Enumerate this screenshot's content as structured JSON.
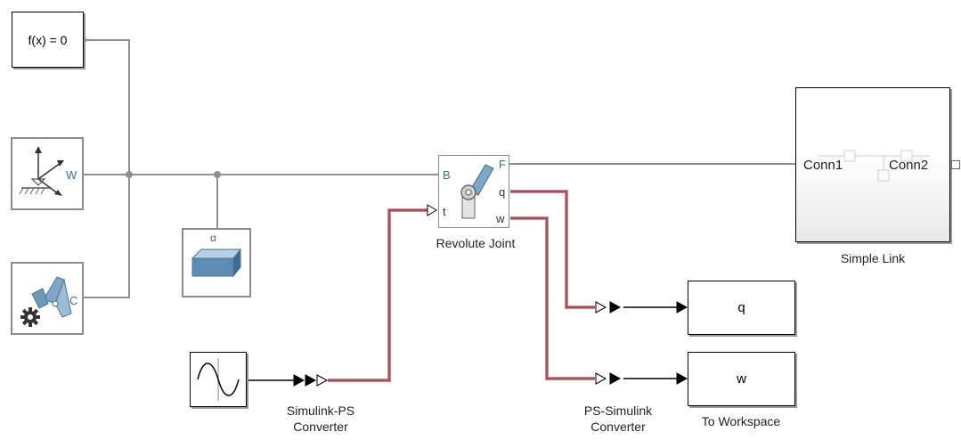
{
  "blocks": {
    "solver": {
      "text": "f(x) = 0"
    },
    "world_frame": {
      "port": "W"
    },
    "mechanism_config": {
      "port": "C"
    },
    "inertia": {
      "symbol": "α"
    },
    "revolute": {
      "label": "Revolute Joint",
      "port_b": "B",
      "port_t": "t",
      "port_f": "F",
      "port_q": "q",
      "port_w": "w"
    },
    "simple_link": {
      "label": "Simple Link",
      "conn1": "Conn1",
      "conn2": "Conn2"
    },
    "sine": {},
    "sl_ps": {
      "label_line1": "Simulink-PS",
      "label_line2": "Converter"
    },
    "ps_sl": {
      "label_line1": "PS-Simulink",
      "label_line2": "Converter"
    },
    "ws_q": {
      "text": "q"
    },
    "ws_w": {
      "text": "w"
    },
    "ws_label": "To Workspace"
  },
  "colors": {
    "connection": "#8f8f8f",
    "physical_signal": "#b05a64",
    "signal": "#000000",
    "frame_blue": "#5b87a8"
  }
}
